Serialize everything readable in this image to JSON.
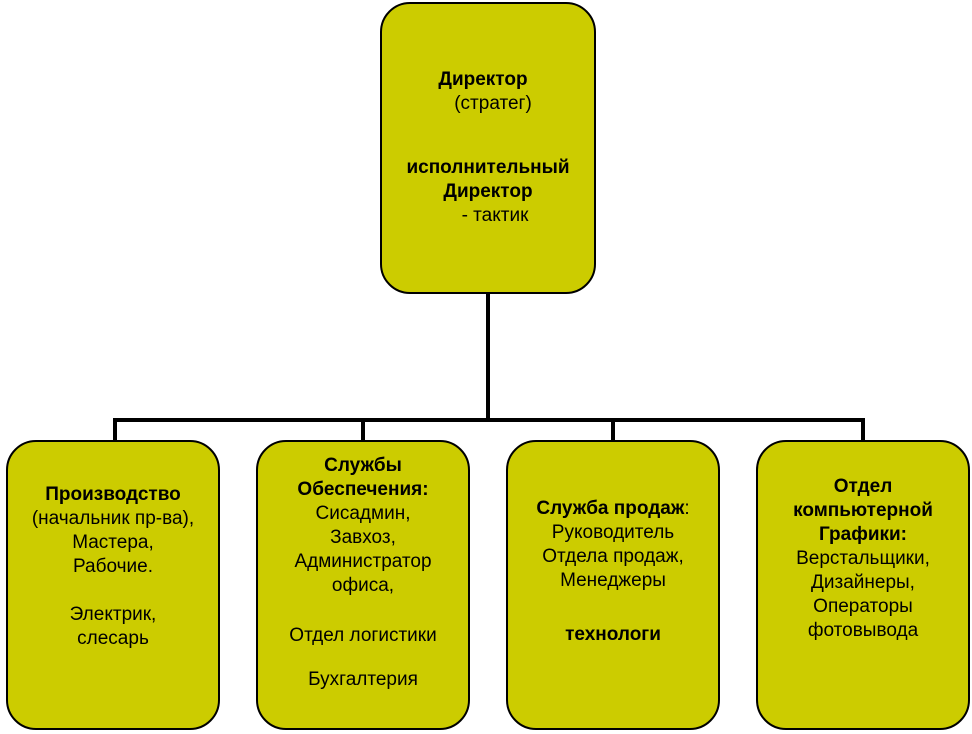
{
  "root": {
    "title": "Директор",
    "subtitle": "(стратег)",
    "exec_line1": "исполнительный",
    "exec_line2": "Директор",
    "exec_line3": "- тактик"
  },
  "children": [
    {
      "title": "Производство",
      "lines": [
        "(начальник пр-ва),",
        "Мастера,",
        "Рабочие.",
        "Электрик,",
        "слесарь"
      ]
    },
    {
      "title_line1": "Службы",
      "title_line2": "Обеспечения:",
      "lines": [
        "Сисадмин,",
        "Завхоз,",
        "Администратор",
        "офиса,",
        "Отдел логистики",
        "Бухгалтерия"
      ]
    },
    {
      "title": "Служба продаж",
      "title_suffix": ":",
      "lines": [
        "Руководитель",
        "Отдела продаж,",
        "Менеджеры"
      ],
      "extra": "технологи"
    },
    {
      "title_line1": "Отдел",
      "title_line2": "компьютерной",
      "title_line3": "Графики:",
      "lines": [
        "Верстальщики,",
        "Дизайнеры,",
        "Операторы",
        "фотовывода"
      ]
    }
  ]
}
